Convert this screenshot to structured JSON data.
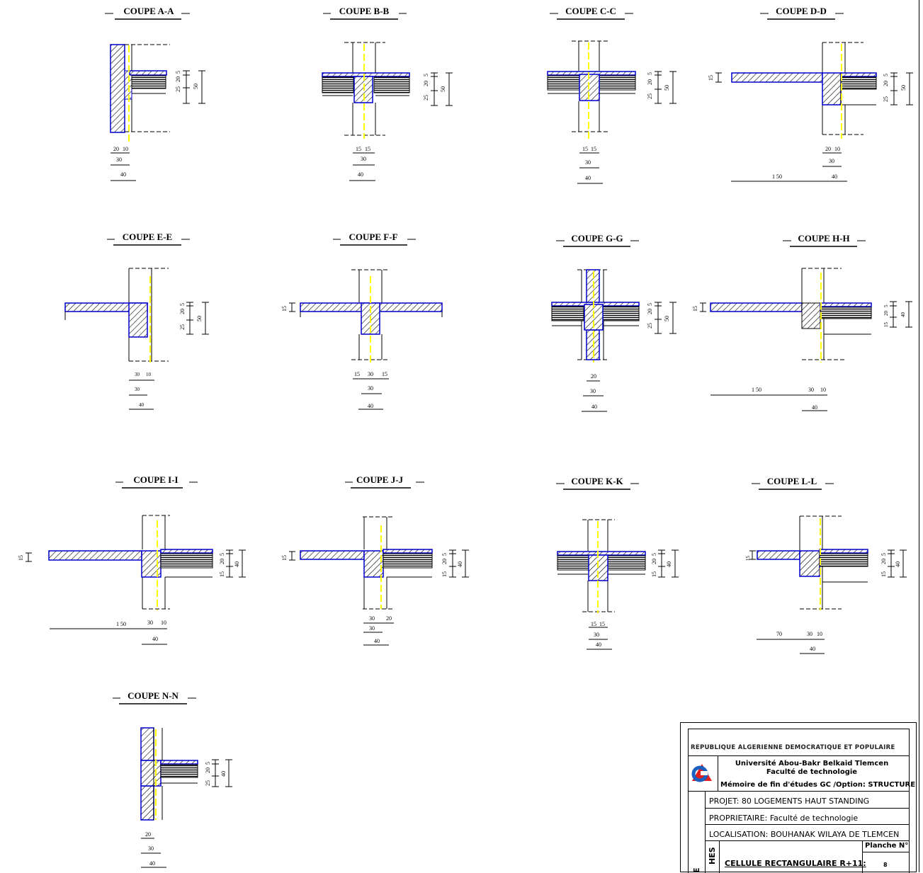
{
  "sections": [
    {
      "title": "COUPE A-A"
    },
    {
      "title": "COUPE B-B"
    },
    {
      "title": "COUPE C-C"
    },
    {
      "title": "COUPE D-D"
    },
    {
      "title": "COUPE E-E"
    },
    {
      "title": "COUPE F-F"
    },
    {
      "title": "COUPE G-G"
    },
    {
      "title": "COUPE H-H"
    },
    {
      "title": "COUPE I-I"
    },
    {
      "title": "COUPE J-J"
    },
    {
      "title": "COUPE K-K"
    },
    {
      "title": "COUPE L-L"
    },
    {
      "title": "COUPE N-N"
    }
  ],
  "dims": {
    "h_25_20_5": [
      "25",
      "20",
      "5"
    ],
    "h_50": "50",
    "h_40": "40",
    "h_15": "15",
    "h_15_20_5": [
      "15",
      "20",
      "5"
    ],
    "w_20_10": [
      "20",
      "10"
    ],
    "w_15_15": [
      "15",
      "15"
    ],
    "w_30_10": [
      "30",
      "10"
    ],
    "w_15_30_15": [
      "15",
      "30",
      "15"
    ],
    "w_30_20": [
      "30",
      "20"
    ],
    "w_20": "20",
    "w_30": "30",
    "w_40": "40",
    "w_150": "1 50",
    "w_70": "70"
  },
  "title_block": {
    "republic": "REPUBLIQUE ALGERIENNE DEMOCRATIQUE ET POPULAIRE",
    "university": "Université Abou-Bakr Belkaid Tlemcen",
    "faculty": "Faculté de technologie",
    "memoir": "Mémoire de fin d'études GC /Option: STRUCTURE",
    "project": "PROJET: 80 LOGEMENTS HAUT STANDING",
    "owner": "PROPRIETAIRE: Faculté de technologie",
    "location": "LOCALISATION: BOUHANAK WILAYA DE TLEMCEN",
    "plan_label": "Planche N°",
    "plan_number": "8",
    "drawing_title": "CELLULE RECTANGULAIRE R+11:",
    "side_1": "HES",
    "side_2": "E"
  },
  "colors": {
    "outline": "#0000cc",
    "axis": "#ffff00",
    "line": "#000000"
  }
}
